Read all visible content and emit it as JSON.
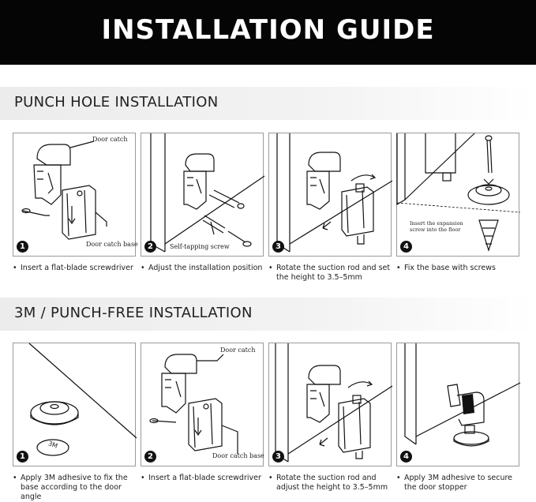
{
  "header": {
    "title": "INSTALLATION GUIDE"
  },
  "sections": [
    {
      "title": "PUNCH HOLE INSTALLATION",
      "steps": [
        {
          "number": "1",
          "caption": "Insert a flat-blade screwdriver",
          "labels": [
            "Door catch",
            "Door catch base"
          ]
        },
        {
          "number": "2",
          "caption": "Adjust the installation position",
          "labels": [
            "Self-tapping screw"
          ]
        },
        {
          "number": "3",
          "caption": "Rotate the suction rod and set the height to 3.5–5mm",
          "labels": []
        },
        {
          "number": "4",
          "caption": "Fix the base with screws",
          "labels": [
            "Insert the expansion screw into the floor"
          ]
        }
      ]
    },
    {
      "title": "3M / PUNCH-FREE INSTALLATION",
      "steps": [
        {
          "number": "1",
          "caption": "Apply 3M adhesive to fix the base according to the door angle",
          "labels": [
            "3M"
          ]
        },
        {
          "number": "2",
          "caption": "Insert a flat-blade screwdriver",
          "labels": [
            "Door catch",
            "Door catch base"
          ]
        },
        {
          "number": "3",
          "caption": "Rotate the suction rod and adjust the height to 3.5–5mm",
          "labels": []
        },
        {
          "number": "4",
          "caption": "Apply 3M adhesive to secure the door stopper",
          "labels": []
        }
      ]
    }
  ]
}
